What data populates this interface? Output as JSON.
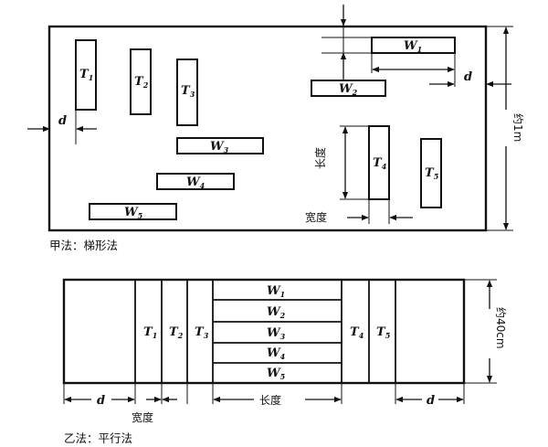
{
  "diagram_a": {
    "caption": "甲法：梯形法",
    "width_label": "宽度",
    "length_label": "长度",
    "height_label": "约1m",
    "d_label": "d",
    "t_labels": [
      {
        "main": "T",
        "sub": "1"
      },
      {
        "main": "T",
        "sub": "2"
      },
      {
        "main": "T",
        "sub": "3"
      },
      {
        "main": "T",
        "sub": "4"
      },
      {
        "main": "T",
        "sub": "5"
      }
    ],
    "w_labels": [
      {
        "main": "W",
        "sub": "1"
      },
      {
        "main": "W",
        "sub": "2"
      },
      {
        "main": "W",
        "sub": "3"
      },
      {
        "main": "W",
        "sub": "4"
      },
      {
        "main": "W",
        "sub": "5"
      }
    ]
  },
  "diagram_b": {
    "caption": "乙法：平行法",
    "width_label": "宽度",
    "length_label": "长度",
    "height_label": "约40cm",
    "d_label": "d",
    "t_labels": [
      {
        "main": "T",
        "sub": "1"
      },
      {
        "main": "T",
        "sub": "2"
      },
      {
        "main": "T",
        "sub": "3"
      },
      {
        "main": "T",
        "sub": "4"
      },
      {
        "main": "T",
        "sub": "5"
      }
    ],
    "w_labels": [
      {
        "main": "W",
        "sub": "1"
      },
      {
        "main": "W",
        "sub": "2"
      },
      {
        "main": "W",
        "sub": "3"
      },
      {
        "main": "W",
        "sub": "4"
      },
      {
        "main": "W",
        "sub": "5"
      }
    ]
  }
}
